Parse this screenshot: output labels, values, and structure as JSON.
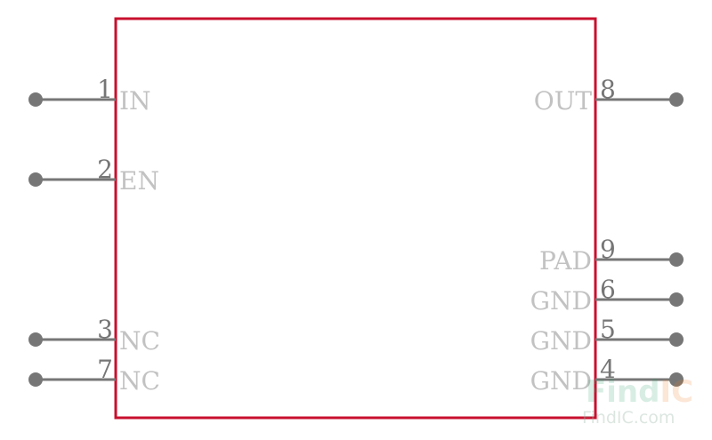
{
  "component": {
    "body_color": "#c8102e",
    "pin_color": "#767676",
    "pin_name_color": "#c2c2c2"
  },
  "pins": {
    "left": [
      {
        "number": "1",
        "name": "IN"
      },
      {
        "number": "2",
        "name": "EN"
      },
      {
        "number": "3",
        "name": "NC"
      },
      {
        "number": "7",
        "name": "NC"
      }
    ],
    "right": [
      {
        "number": "8",
        "name": "OUT"
      },
      {
        "number": "9",
        "name": "PAD"
      },
      {
        "number": "6",
        "name": "GND"
      },
      {
        "number": "5",
        "name": "GND"
      },
      {
        "number": "4",
        "name": "GND"
      }
    ]
  },
  "watermark": {
    "find": "Find",
    "ic": "IC",
    "sub": "FindIC.com",
    "colors": {
      "find": "#2e9e6b",
      "ic": "#f07c22"
    }
  }
}
